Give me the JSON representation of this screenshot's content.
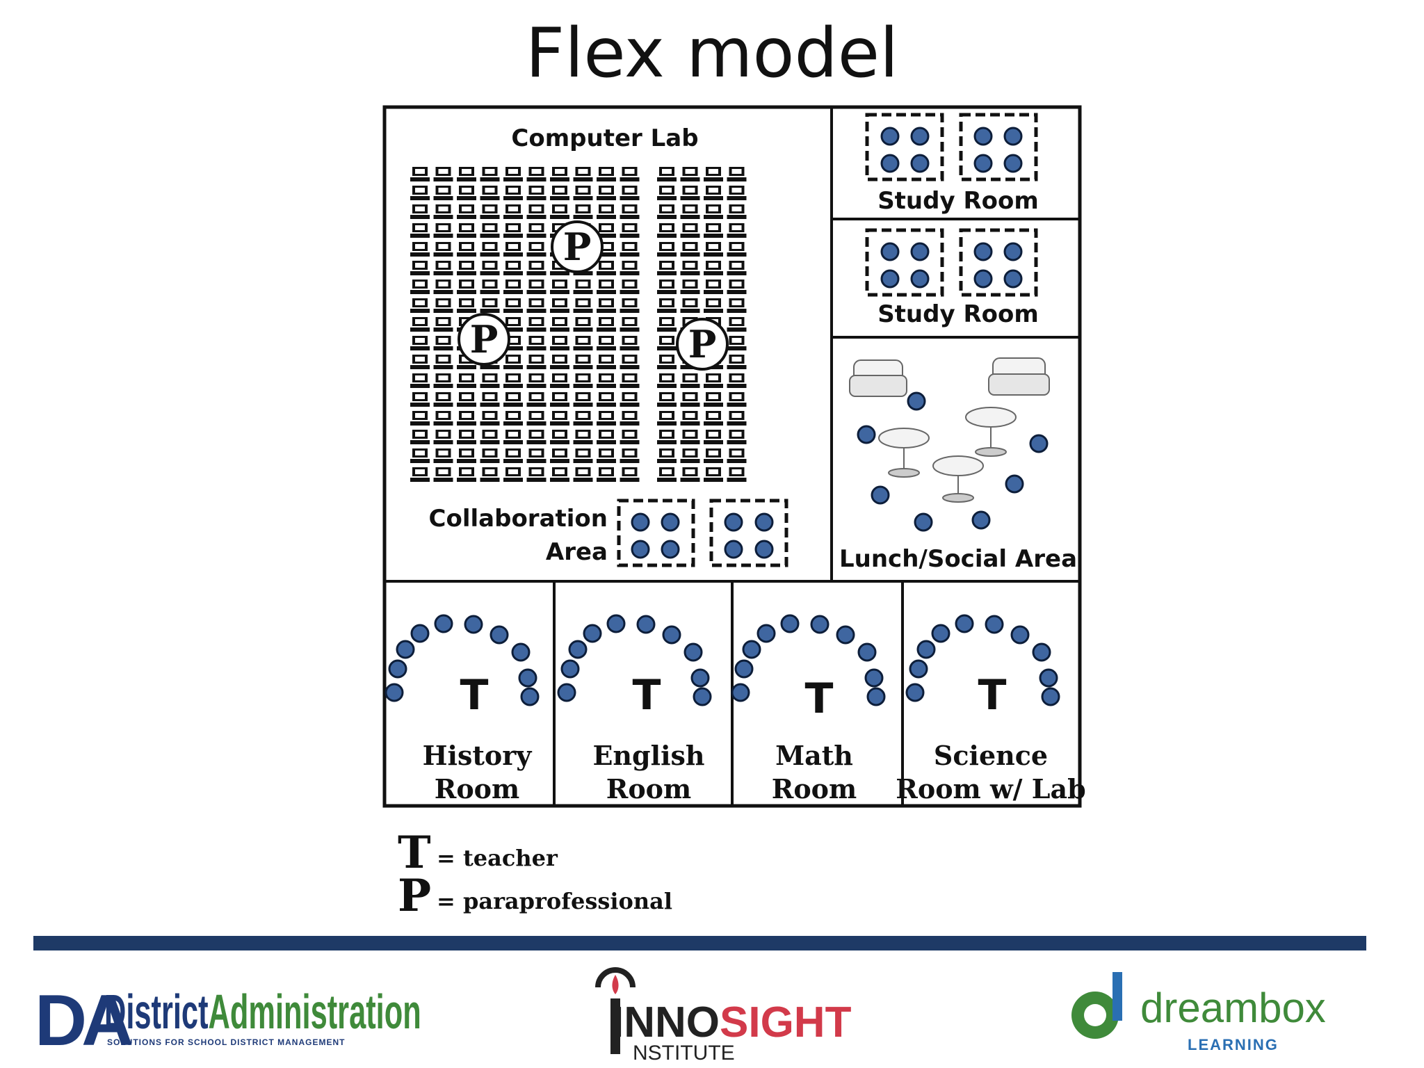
{
  "title": "Flex model",
  "computer_lab": {
    "label": "Computer Lab",
    "p_mark": "P"
  },
  "collaboration_area": {
    "line1": "Collaboration",
    "line2": "Area"
  },
  "study_rooms": [
    {
      "label": "Study Room"
    },
    {
      "label": "Study Room"
    }
  ],
  "lunch_area": {
    "label": "Lunch/Social Area"
  },
  "classrooms": [
    {
      "mark": "T",
      "line1": "History",
      "line2": "Room"
    },
    {
      "mark": "T",
      "line1": "English",
      "line2": "Room"
    },
    {
      "mark": "T",
      "line1": "Math",
      "line2": "Room"
    },
    {
      "mark": "T",
      "line1": "Science",
      "line2": "Room w/ Lab"
    }
  ],
  "legend": [
    {
      "symbol": "T",
      "meaning": "= teacher"
    },
    {
      "symbol": "P",
      "meaning": "= paraprofessional"
    }
  ],
  "logos": {
    "da": {
      "letters": "DA",
      "name_part1": "District",
      "name_part2": "Administration",
      "tagline": "SOLUTIONS FOR SCHOOL DISTRICT MANAGEMENT"
    },
    "innosight": {
      "part1": "INNO",
      "part2": "SIGHT",
      "sub": "NSTITUTE"
    },
    "dreambox": {
      "name": "dreambox",
      "sub": "LEARNING"
    }
  },
  "colors": {
    "seat": "#3f66a0",
    "bar": "#1e3a66",
    "da_blue": "#1e3a78",
    "green": "#3f8a3a",
    "inno_red": "#d23a4a"
  }
}
